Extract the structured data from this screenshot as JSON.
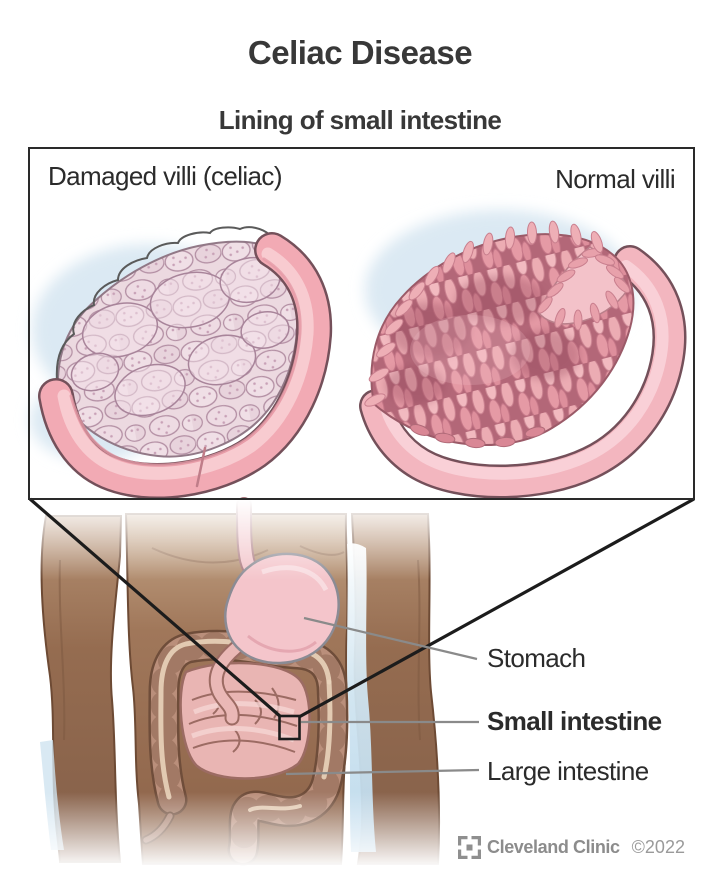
{
  "header": {
    "title": "Celiac Disease",
    "subtitle": "Lining of small intestine"
  },
  "panel": {
    "left_label": "Damaged villi (celiac)",
    "right_label": "Normal villi"
  },
  "body_labels": {
    "stomach": "Stomach",
    "small_intestine": "Small intestine",
    "large_intestine": "Large intestine"
  },
  "footer": {
    "brand": "Cleveland Clinic",
    "year": "©2022",
    "logo_icon": "cleveland-clinic-bracket-logo"
  },
  "colors": {
    "text_dark": "#383838",
    "outline_black": "#1c1c1c",
    "leader_gray": "#8a8a8a",
    "skin_brown": "#a0775a",
    "stomach_pink": "#f4c5cb",
    "small_intestine_pink": "#e9b5b3",
    "large_intestine_tan": "#ba8f7b",
    "damaged_surface_pink": "#ecd9e0",
    "normal_villi_pink": "#e8a1ab",
    "wall_pink": "#f2aab4",
    "glow_blue": "#dbe9f3",
    "footer_gray": "#8c8c8c"
  }
}
